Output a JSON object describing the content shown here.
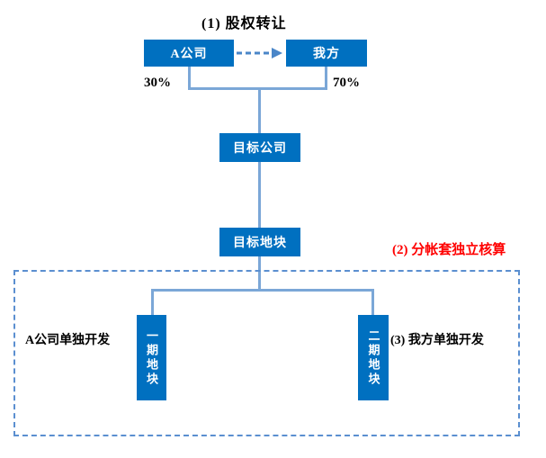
{
  "diagram": {
    "title_step1": "(1) 股权转让",
    "title_step2": "(2) 分帐套独立核算",
    "title_step3": "(3) 我方单独开发",
    "label_left_dev": "A公司单独开发",
    "pct_left": "30%",
    "pct_right": "70%",
    "nodes": {
      "company_a": "A公司",
      "our_side": "我方",
      "target_company": "目标公司",
      "target_land": "目标地块",
      "phase1_land": "一期地块",
      "phase2_land": "二期地块"
    },
    "icons": {
      "transfer_arrow": "dashed-right-arrow-icon"
    },
    "colors": {
      "node_fill": "#0070C0",
      "connector": "#7BA7D7",
      "arrow": "#4A86C8",
      "dashed_border": "#5B8FD0",
      "highlight_text": "#FF0000",
      "text": "#000000"
    }
  }
}
